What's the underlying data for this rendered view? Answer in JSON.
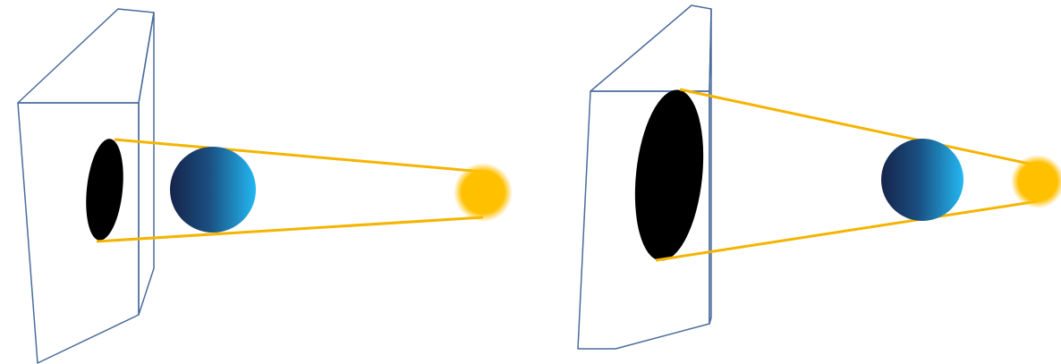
{
  "diagrams": [
    {
      "id": "near-source",
      "description_shapes": [
        "screen",
        "shadow",
        "ball",
        "light-source",
        "ray-top",
        "ray-bottom"
      ]
    },
    {
      "id": "far-source",
      "description_shapes": [
        "screen",
        "shadow",
        "ball",
        "light-source",
        "ray-top",
        "ray-bottom"
      ]
    }
  ],
  "colors": {
    "background": "#ffffff",
    "screen_outline": "#4a6c9b",
    "shadow": "#000000",
    "ray": "#f5b400",
    "light_source": "#ffc000",
    "ball_dark": "#16244a",
    "ball_light": "#23b8f2"
  }
}
